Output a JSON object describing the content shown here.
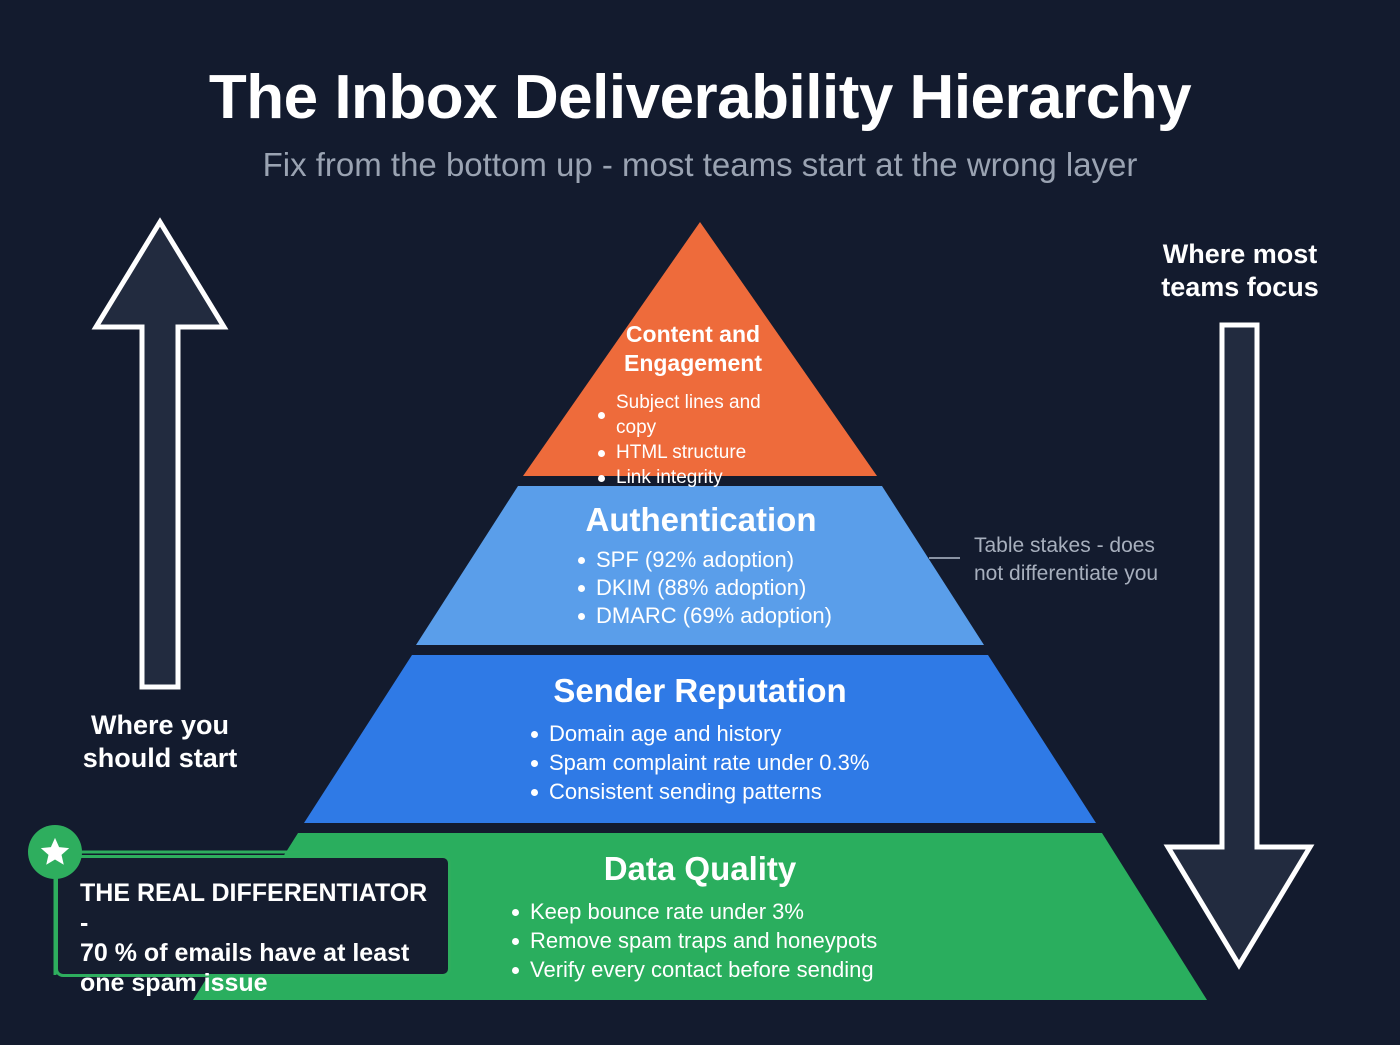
{
  "header": {
    "title": "The Inbox Deliverability Hierarchy",
    "subtitle": "Fix from the bottom up - most teams start at the wrong layer"
  },
  "pyramid": {
    "layers": [
      {
        "title": "Content and Engagement",
        "color": "#ee6b3b",
        "bullets": [
          "Subject lines and copy",
          "HTML structure",
          "Link integrity"
        ]
      },
      {
        "title": "Authentication",
        "color": "#5a9eea",
        "bullets": [
          "SPF (92% adoption)",
          "DKIM (88% adoption)",
          "DMARC (69% adoption)"
        ]
      },
      {
        "title": "Sender Reputation",
        "color": "#2f7ae6",
        "bullets": [
          "Domain age and history",
          "Spam complaint rate under 0.3%",
          "Consistent sending patterns"
        ]
      },
      {
        "title": "Data Quality",
        "color": "#2aae5e",
        "bullets": [
          "Keep bounce rate under 3%",
          "Remove spam traps and honeypots",
          "Verify every contact before sending"
        ]
      }
    ]
  },
  "left_arrow": {
    "direction": "up",
    "label_line1": "Where you",
    "label_line2": "should start"
  },
  "right_arrow": {
    "direction": "down",
    "label_line1": "Where most",
    "label_line2": "teams focus"
  },
  "annotation": {
    "line1": "Table stakes - does",
    "line2": "not differentiate you"
  },
  "callout": {
    "icon": "star-icon",
    "line1": "THE REAL DIFFERENTIATOR -",
    "line2": "70 % of emails have at least",
    "line3": "one spam issue",
    "accent": "#2eae5e"
  }
}
